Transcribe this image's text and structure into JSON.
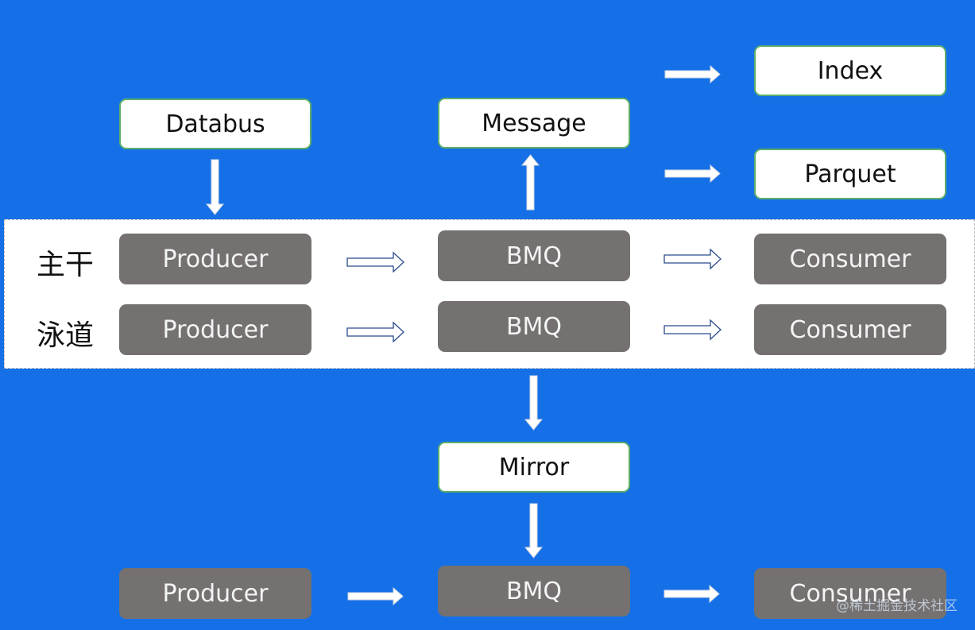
{
  "inputs": {
    "databus": "Databus"
  },
  "outputs": {
    "message": "Message",
    "index": "Index",
    "parquet": "Parquet",
    "mirror": "Mirror"
  },
  "rows": [
    {
      "label": "主干",
      "producer": "Producer",
      "queue": "BMQ",
      "consumer": "Consumer"
    },
    {
      "label": "泳道",
      "producer": "Producer",
      "queue": "BMQ",
      "consumer": "Consumer"
    }
  ],
  "mirror_row": {
    "producer": "Producer",
    "queue": "BMQ",
    "consumer": "Consumer"
  },
  "watermark": "@稀土掘金技术社区",
  "colors": {
    "background": "#1570e8",
    "band": "#ffffff",
    "white_box_border": "#5cae6a",
    "gray_box": "#747170",
    "hollow_arrow_stroke": "#2b4a8c"
  }
}
